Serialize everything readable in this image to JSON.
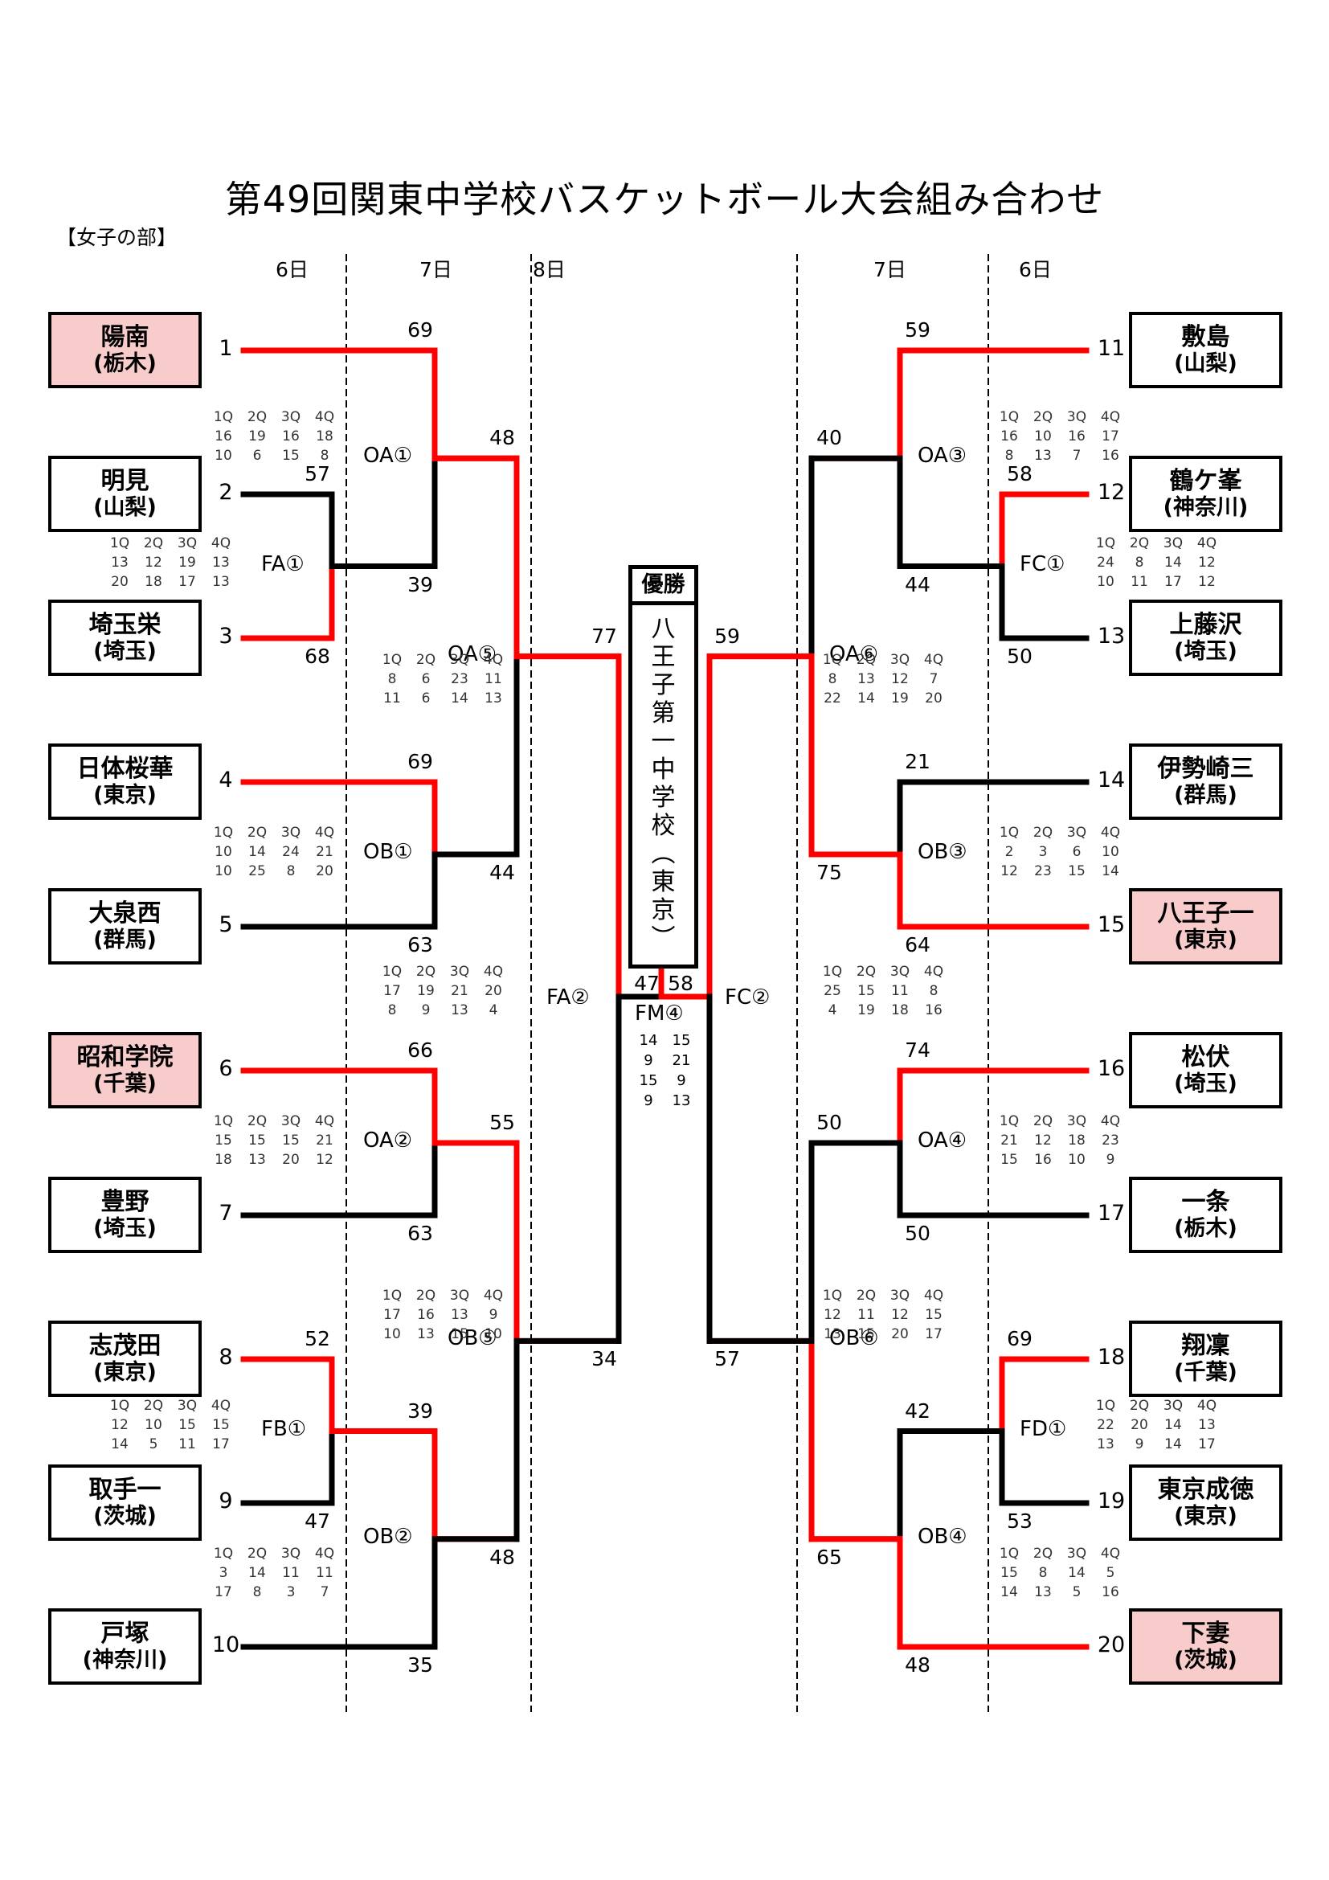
{
  "title": "第49回関東中学校バスケットボール大会組み合わせ",
  "division": "【女子の部】",
  "days": {
    "left_r1": "6日",
    "left_r2": "7日",
    "final": "8日",
    "right_r2": "7日",
    "right_r1": "6日"
  },
  "colors": {
    "winner_line": "#ff0000",
    "loser_line": "#000000",
    "winner_box": "#f9cccc"
  },
  "teams": [
    {
      "seed": "1",
      "name": "陽南",
      "pref": "(栃木)",
      "highlight": true
    },
    {
      "seed": "2",
      "name": "明見",
      "pref": "(山梨)",
      "highlight": false
    },
    {
      "seed": "3",
      "name": "埼玉栄",
      "pref": "(埼玉)",
      "highlight": false
    },
    {
      "seed": "4",
      "name": "日体桜華",
      "pref": "(東京)",
      "highlight": false
    },
    {
      "seed": "5",
      "name": "大泉西",
      "pref": "(群馬)",
      "highlight": false
    },
    {
      "seed": "6",
      "name": "昭和学院",
      "pref": "(千葉)",
      "highlight": true
    },
    {
      "seed": "7",
      "name": "豊野",
      "pref": "(埼玉)",
      "highlight": false
    },
    {
      "seed": "8",
      "name": "志茂田",
      "pref": "(東京)",
      "highlight": false
    },
    {
      "seed": "9",
      "name": "取手一",
      "pref": "(茨城)",
      "highlight": false
    },
    {
      "seed": "10",
      "name": "戸塚",
      "pref": "(神奈川)",
      "highlight": false
    },
    {
      "seed": "11",
      "name": "敷島",
      "pref": "(山梨)",
      "highlight": false
    },
    {
      "seed": "12",
      "name": "鶴ケ峯",
      "pref": "(神奈川)",
      "highlight": false
    },
    {
      "seed": "13",
      "name": "上藤沢",
      "pref": "(埼玉)",
      "highlight": false
    },
    {
      "seed": "14",
      "name": "伊勢崎三",
      "pref": "(群馬)",
      "highlight": false
    },
    {
      "seed": "15",
      "name": "八王子一",
      "pref": "(東京)",
      "highlight": true
    },
    {
      "seed": "16",
      "name": "松伏",
      "pref": "(埼玉)",
      "highlight": false
    },
    {
      "seed": "17",
      "name": "一条",
      "pref": "(栃木)",
      "highlight": false
    },
    {
      "seed": "18",
      "name": "翔凜",
      "pref": "(千葉)",
      "highlight": false
    },
    {
      "seed": "19",
      "name": "東京成徳",
      "pref": "(東京)",
      "highlight": false
    },
    {
      "seed": "20",
      "name": "下妻",
      "pref": "(茨城)",
      "highlight": true
    }
  ],
  "quarter_header": [
    "1Q",
    "2Q",
    "3Q",
    "4Q"
  ],
  "games": [
    {
      "code": "FA①",
      "top_score": "57",
      "bottom_score": "68",
      "winner": "bottom",
      "q_top": [
        "13",
        "12",
        "19",
        "13"
      ],
      "q_bottom": [
        "20",
        "18",
        "17",
        "13"
      ]
    },
    {
      "code": "FB①",
      "top_score": "52",
      "bottom_score": "47",
      "winner": "top",
      "q_top": [
        "12",
        "10",
        "15",
        "15"
      ],
      "q_bottom": [
        "14",
        "5",
        "11",
        "17"
      ]
    },
    {
      "code": "FC①",
      "top_score": "58",
      "bottom_score": "50",
      "winner": "top",
      "q_top": [
        "24",
        "8",
        "14",
        "12"
      ],
      "q_bottom": [
        "10",
        "11",
        "17",
        "12"
      ]
    },
    {
      "code": "FD①",
      "top_score": "69",
      "bottom_score": "53",
      "winner": "top",
      "q_top": [
        "22",
        "20",
        "14",
        "13"
      ],
      "q_bottom": [
        "13",
        "9",
        "14",
        "17"
      ]
    },
    {
      "code": "OA①",
      "top_score": "69",
      "bottom_score": "39",
      "winner": "top",
      "q_top": [
        "16",
        "19",
        "16",
        "18"
      ],
      "q_bottom": [
        "10",
        "6",
        "15",
        "8"
      ]
    },
    {
      "code": "OB①",
      "top_score": "69",
      "bottom_score": "63",
      "winner": "top",
      "q_top": [
        "10",
        "14",
        "24",
        "21"
      ],
      "q_bottom": [
        "10",
        "25",
        "8",
        "20"
      ]
    },
    {
      "code": "OA②",
      "top_score": "66",
      "bottom_score": "63",
      "winner": "top",
      "q_top": [
        "15",
        "15",
        "15",
        "21"
      ],
      "q_bottom": [
        "18",
        "13",
        "20",
        "12"
      ]
    },
    {
      "code": "OB②",
      "top_score": "39",
      "bottom_score": "35",
      "winner": "top",
      "q_top": [
        "3",
        "14",
        "11",
        "11"
      ],
      "q_bottom": [
        "17",
        "8",
        "3",
        "7"
      ]
    },
    {
      "code": "OA③",
      "top_score": "59",
      "bottom_score": "44",
      "winner": "top",
      "q_top": [
        "16",
        "10",
        "16",
        "17"
      ],
      "q_bottom": [
        "8",
        "13",
        "7",
        "16"
      ]
    },
    {
      "code": "OB③",
      "top_score": "21",
      "bottom_score": "64",
      "winner": "bottom",
      "q_top": [
        "2",
        "3",
        "6",
        "10"
      ],
      "q_bottom": [
        "12",
        "23",
        "15",
        "14"
      ]
    },
    {
      "code": "OA④",
      "top_score": "74",
      "bottom_score": "50",
      "winner": "top",
      "q_top": [
        "21",
        "12",
        "18",
        "23"
      ],
      "q_bottom": [
        "15",
        "16",
        "10",
        "9"
      ]
    },
    {
      "code": "OB④",
      "top_score": "42",
      "bottom_score": "48",
      "winner": "bottom",
      "q_top": [
        "15",
        "8",
        "14",
        "5"
      ],
      "q_bottom": [
        "14",
        "13",
        "5",
        "16"
      ]
    },
    {
      "code": "OA⑤",
      "top_score": "48",
      "bottom_score": "44",
      "winner": "top",
      "q_top": [
        "8",
        "6",
        "23",
        "11"
      ],
      "q_bottom": [
        "11",
        "6",
        "14",
        "13"
      ]
    },
    {
      "code": "OB⑤",
      "top_score": "55",
      "bottom_score": "48",
      "winner": "top",
      "q_top": [
        "17",
        "16",
        "13",
        "9"
      ],
      "q_bottom": [
        "10",
        "13",
        "15",
        "10"
      ]
    },
    {
      "code": "OA⑥",
      "top_score": "40",
      "bottom_score": "75",
      "winner": "bottom",
      "q_top": [
        "8",
        "13",
        "12",
        "7"
      ],
      "q_bottom": [
        "22",
        "14",
        "19",
        "20"
      ]
    },
    {
      "code": "OB⑥",
      "top_score": "50",
      "bottom_score": "65",
      "winner": "bottom",
      "q_top": [
        "12",
        "11",
        "12",
        "15"
      ],
      "q_bottom": [
        "13",
        "15",
        "20",
        "17"
      ]
    },
    {
      "code": "FA②",
      "top_score": "77",
      "bottom_score": "34",
      "winner": "top",
      "q_top": [
        "17",
        "19",
        "21",
        "20"
      ],
      "q_bottom": [
        "8",
        "9",
        "13",
        "4"
      ]
    },
    {
      "code": "FC②",
      "top_score": "59",
      "bottom_score": "57",
      "winner": "top",
      "q_top": [
        "25",
        "15",
        "11",
        "8"
      ],
      "q_bottom": [
        "4",
        "19",
        "18",
        "16"
      ]
    }
  ],
  "final": {
    "code": "FM④",
    "left_score": "47",
    "right_score": "58",
    "winner": "right",
    "q_left": [
      "14",
      "9",
      "15",
      "9"
    ],
    "q_right": [
      "15",
      "21",
      "9",
      "13"
    ]
  },
  "champion": {
    "label": "優勝",
    "name_chars": [
      "八",
      "王",
      "子",
      "第",
      "一",
      "中",
      "学",
      "校",
      "︵",
      "東",
      "京",
      "︶"
    ]
  }
}
